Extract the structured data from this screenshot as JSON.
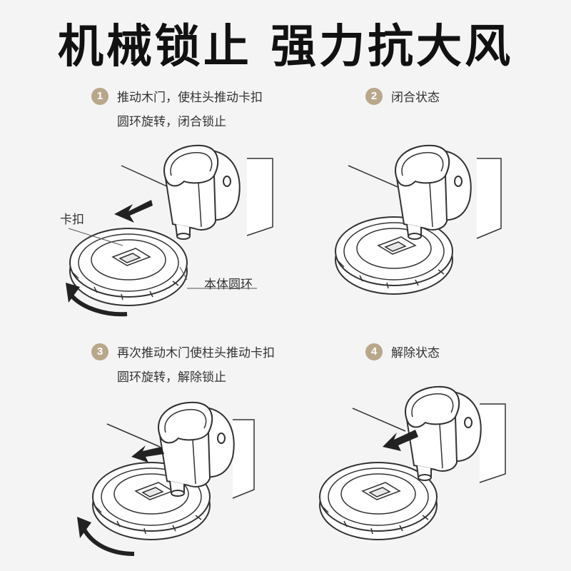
{
  "title": "机械锁止 强力抗大风",
  "steps": [
    {
      "num": "1",
      "lines": [
        "推动木门，使柱头推动卡扣",
        "圆环旋转，闭合锁止"
      ]
    },
    {
      "num": "2",
      "lines": [
        "闭合状态"
      ]
    },
    {
      "num": "3",
      "lines": [
        "再次推动木门使柱头推动卡扣",
        "圆环旋转，解除锁止"
      ]
    },
    {
      "num": "4",
      "lines": [
        "解除状态"
      ]
    }
  ],
  "labels": {
    "clasp": "卡扣",
    "ring": "本体圆环"
  },
  "colors": {
    "badge": "#b9a78a",
    "background": "#f4f4f4",
    "stroke": "#333333",
    "arrow": "#222222"
  }
}
